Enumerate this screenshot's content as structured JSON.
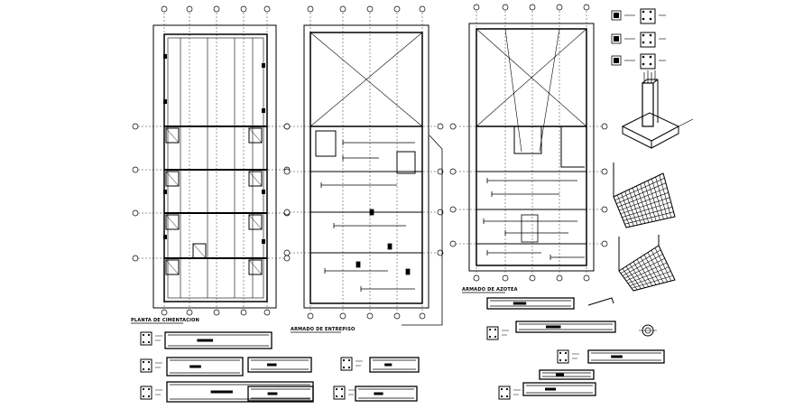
{
  "drawing": {
    "titles": {
      "foundation_plan": "PLANTA DE CIMENTACION",
      "mezzanine_reinforcement": "ARMADO DE ENTREPISO",
      "roof_reinforcement": "ARMADO DE AZOTEA"
    },
    "colors": {
      "ink": "#000000",
      "paper": "#ffffff"
    }
  }
}
